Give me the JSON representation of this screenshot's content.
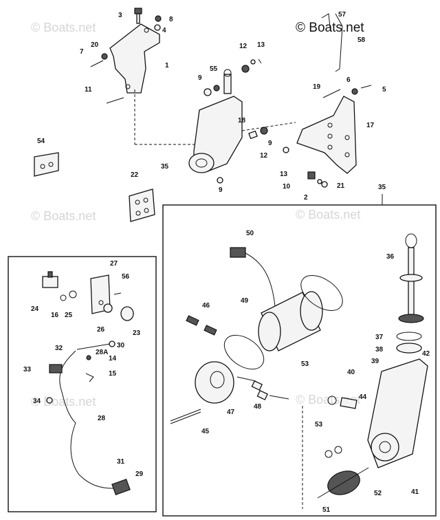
{
  "watermark": {
    "text": "© Boats.net",
    "top_right": "© Boats.net"
  },
  "callouts": [
    {
      "id": "c3",
      "label": "3"
    },
    {
      "id": "c8",
      "label": "8"
    },
    {
      "id": "c4",
      "label": "4"
    },
    {
      "id": "c20",
      "label": "20"
    },
    {
      "id": "c7",
      "label": "7"
    },
    {
      "id": "c1",
      "label": "1"
    },
    {
      "id": "c11",
      "label": "11"
    },
    {
      "id": "c12a",
      "label": "12"
    },
    {
      "id": "c13a",
      "label": "13"
    },
    {
      "id": "c9a",
      "label": "9"
    },
    {
      "id": "c55",
      "label": "55"
    },
    {
      "id": "c57",
      "label": "57"
    },
    {
      "id": "c58",
      "label": "58"
    },
    {
      "id": "c19",
      "label": "19"
    },
    {
      "id": "c6",
      "label": "6"
    },
    {
      "id": "c5",
      "label": "5"
    },
    {
      "id": "c18",
      "label": "18"
    },
    {
      "id": "c9b",
      "label": "9"
    },
    {
      "id": "c17",
      "label": "17"
    },
    {
      "id": "c12b",
      "label": "12"
    },
    {
      "id": "c13b",
      "label": "13"
    },
    {
      "id": "c54",
      "label": "54"
    },
    {
      "id": "c35a",
      "label": "35"
    },
    {
      "id": "c9c",
      "label": "9"
    },
    {
      "id": "c22",
      "label": "22"
    },
    {
      "id": "c10",
      "label": "10"
    },
    {
      "id": "c2",
      "label": "2"
    },
    {
      "id": "c21",
      "label": "21"
    },
    {
      "id": "c35b",
      "label": "35"
    },
    {
      "id": "c50",
      "label": "50"
    },
    {
      "id": "c36",
      "label": "36"
    },
    {
      "id": "c27",
      "label": "27"
    },
    {
      "id": "c56",
      "label": "56"
    },
    {
      "id": "c24",
      "label": "24"
    },
    {
      "id": "c16",
      "label": "16"
    },
    {
      "id": "c25",
      "label": "25"
    },
    {
      "id": "c26",
      "label": "26"
    },
    {
      "id": "c23",
      "label": "23"
    },
    {
      "id": "c46",
      "label": "46"
    },
    {
      "id": "c49",
      "label": "49"
    },
    {
      "id": "c37",
      "label": "37"
    },
    {
      "id": "c38",
      "label": "38"
    },
    {
      "id": "c39",
      "label": "39"
    },
    {
      "id": "c42",
      "label": "42"
    },
    {
      "id": "c32",
      "label": "32"
    },
    {
      "id": "c30",
      "label": "30"
    },
    {
      "id": "c28a",
      "label": "28A"
    },
    {
      "id": "c14",
      "label": "14"
    },
    {
      "id": "c33",
      "label": "33"
    },
    {
      "id": "c15",
      "label": "15"
    },
    {
      "id": "c53a",
      "label": "53"
    },
    {
      "id": "c40",
      "label": "40"
    },
    {
      "id": "c44",
      "label": "44"
    },
    {
      "id": "c34",
      "label": "34"
    },
    {
      "id": "c28",
      "label": "28"
    },
    {
      "id": "c47",
      "label": "47"
    },
    {
      "id": "c48",
      "label": "48"
    },
    {
      "id": "c45",
      "label": "45"
    },
    {
      "id": "c53b",
      "label": "53"
    },
    {
      "id": "c31",
      "label": "31"
    },
    {
      "id": "c29",
      "label": "29"
    },
    {
      "id": "c41",
      "label": "41"
    },
    {
      "id": "c52",
      "label": "52"
    },
    {
      "id": "c51",
      "label": "51"
    }
  ]
}
